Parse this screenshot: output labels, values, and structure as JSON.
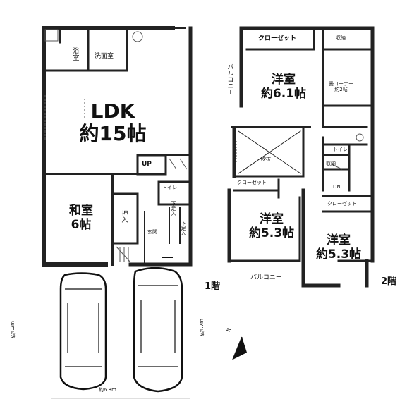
{
  "floor1": {
    "floor_label": "1階",
    "bath": "浴室",
    "bath_line1": "浴",
    "bath_line2": "室",
    "washroom": "洗面室",
    "ldk_line1": "LDK",
    "ldk_line2": "約15帖",
    "up": "UP",
    "toilet": "トイレ",
    "washitsu_line1": "和室",
    "washitsu_line2": "6帖",
    "oshiire": "押入",
    "genkan": "玄関",
    "storage1": "下足入",
    "storage2": "下足入"
  },
  "floor2": {
    "floor_label": "2階",
    "closet_top": "クローゼット",
    "storage_top": "収納",
    "balcony_west": "バルコニー",
    "yoshitsu1_line1": "洋室",
    "yoshitsu1_line2": "約6.1帖",
    "tatami_corner_line1": "畳コーナー",
    "tatami_corner_line2": "約2帖",
    "fukinuke": "吹抜",
    "toilet": "トイレ",
    "storage_mid": "収納",
    "closet_mid": "クローゼット",
    "dn": "DN",
    "closet_right": "クローゼット",
    "yoshitsu2_line1": "洋室",
    "yoshitsu2_line2": "約5.3帖",
    "yoshitsu3_line1": "洋室",
    "yoshitsu3_line2": "約5.3帖",
    "balcony_south": "バルコニー"
  },
  "parking": {
    "depth_left": "約4.2m",
    "depth_right": "約4.7m",
    "width": "約6.8m",
    "car_count": 2
  },
  "compass": {
    "label": "N"
  }
}
